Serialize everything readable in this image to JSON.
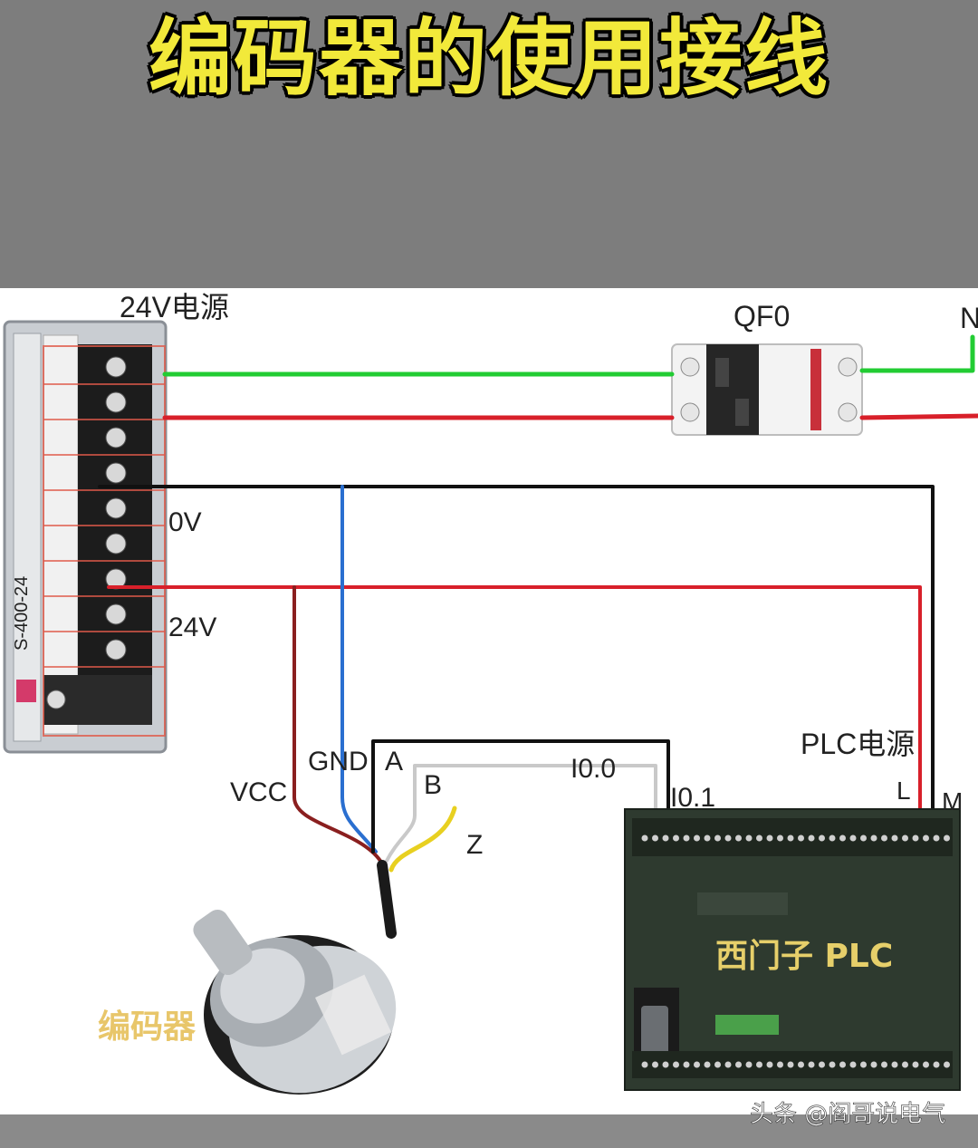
{
  "title": "编码器的使用接线",
  "labels": {
    "power_supply": "24V电源",
    "power_model": "S-400-24",
    "zero_v": "0V",
    "v24": "24V",
    "breaker": "QF0",
    "neutral": "N",
    "vcc": "VCC",
    "gnd": "GND",
    "a": "A",
    "b": "B",
    "z": "Z",
    "i00": "I0.0",
    "i01": "I0.1",
    "plc_power": "PLC电源",
    "l": "L",
    "m": "M",
    "plc_name": "西门子 PLC",
    "encoder": "编码器"
  },
  "watermark": "头条 @阎哥说电气",
  "colors": {
    "title_yellow": "#f2e93a",
    "wire_green": "#22cc33",
    "wire_red": "#d8202a",
    "wire_blue": "#2a6fd0",
    "wire_black": "#111111",
    "wire_white": "#cfcfcf",
    "wire_yellow": "#e8d020",
    "wire_brown": "#8a1f1f",
    "plc_green": "#2e3a2f"
  }
}
